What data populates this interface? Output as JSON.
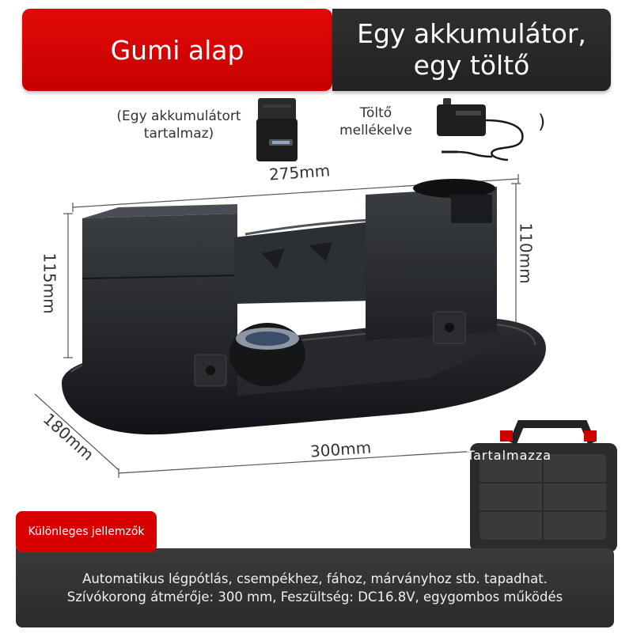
{
  "header": {
    "left_label": "Gumi alap",
    "right_line1": "Egy akkumulátor,",
    "right_line2": "egy töltő"
  },
  "accessories": {
    "battery_caption_line1": "(Egy akkumulátort",
    "battery_caption_line2": "tartalmaz)",
    "charger_caption_line1": "Töltő",
    "charger_caption_line2": "mellékelve",
    "charger_note": ")"
  },
  "dimensions": {
    "top_length": "275mm",
    "left_height": "115mm",
    "right_height": "110mm",
    "depth": "180mm",
    "base_length": "300mm"
  },
  "case_label": "Tartalmazza",
  "features": {
    "badge": "Különleges jellemzők",
    "line1": "Automatikus légpótlás, csempékhez, fához, márványhoz stb. tapadhat.",
    "line2": "Szívókorong átmérője: 300 mm, Feszültség: DC16.8V, egygombos működés"
  },
  "colors": {
    "accent_red": "#d80000",
    "dark_panel": "#2b2b2b",
    "product_body": "#2a2c30"
  }
}
